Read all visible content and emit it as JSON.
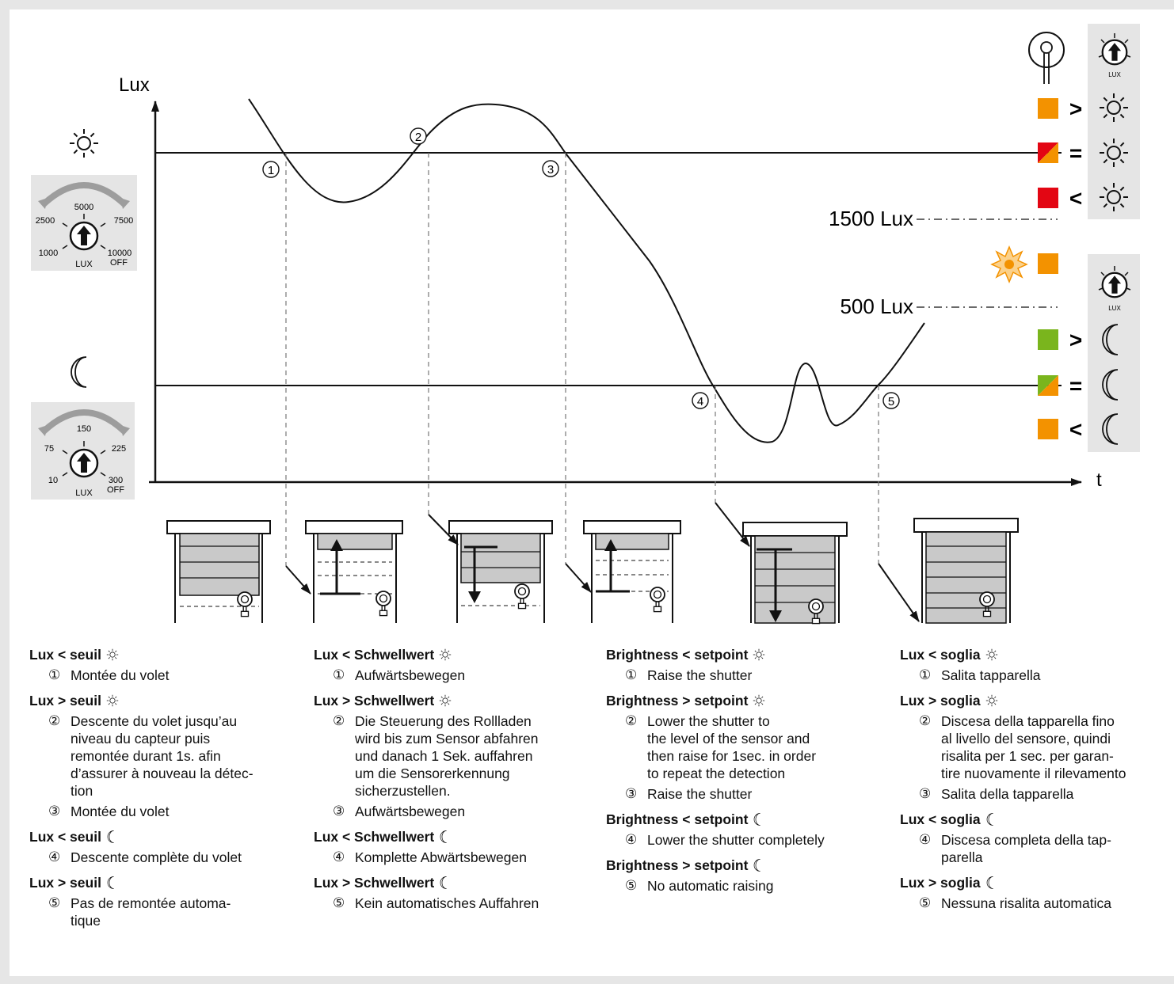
{
  "axes": {
    "y_label": "Lux",
    "x_label": "t"
  },
  "thresholds": {
    "high": "1500 Lux",
    "low": "500 Lux"
  },
  "markers": [
    "1",
    "2",
    "3",
    "4",
    "5"
  ],
  "dial_day": {
    "ticks": [
      "1000",
      "2500",
      "5000",
      "7500",
      "10000"
    ],
    "off": "OFF",
    "unit": "LUX"
  },
  "dial_night": {
    "ticks": [
      "10",
      "75",
      "150",
      "225",
      "300"
    ],
    "off": "OFF",
    "unit": "LUX"
  },
  "legend": {
    "day": [
      {
        "op": ">",
        "led": "orange"
      },
      {
        "op": "=",
        "led": "red-orange"
      },
      {
        "op": "<",
        "led": "red"
      }
    ],
    "night": [
      {
        "op": ">",
        "led": "green"
      },
      {
        "op": "=",
        "led": "green-orange"
      },
      {
        "op": "<",
        "led": "orange"
      }
    ],
    "dial_unit": "LUX",
    "icons": [
      "sensor-icon",
      "dial-icon",
      "sun-icon",
      "moon-icon",
      "led-burst-icon"
    ]
  },
  "colors": {
    "orange": "#f39200",
    "red": "#e30613",
    "green": "#7ab51d",
    "panel": "#e5e5e5"
  },
  "columns": [
    {
      "lang": "fr",
      "sections": [
        {
          "head": "Lux < seuil",
          "icon": "sun",
          "items": [
            {
              "n": "①",
              "text": "Montée du volet"
            }
          ]
        },
        {
          "head": "Lux > seuil",
          "icon": "sun",
          "items": [
            {
              "n": "②",
              "text": "Descente du volet jusqu’au\nniveau du capteur puis\nremontée durant 1s. afin\nd’assurer à nouveau la détec-\ntion"
            },
            {
              "n": "③",
              "text": "Montée du volet"
            }
          ]
        },
        {
          "head": "Lux < seuil",
          "icon": "moon",
          "items": [
            {
              "n": "④",
              "text": "Descente complète du volet"
            }
          ]
        },
        {
          "head": "Lux > seuil",
          "icon": "moon",
          "items": [
            {
              "n": "⑤",
              "text": "Pas de remontée automa-\ntique"
            }
          ]
        }
      ]
    },
    {
      "lang": "de",
      "sections": [
        {
          "head": "Lux < Schwellwert",
          "icon": "sun",
          "items": [
            {
              "n": "①",
              "text": "Aufwärtsbewegen"
            }
          ]
        },
        {
          "head": "Lux > Schwellwert",
          "icon": "sun",
          "items": [
            {
              "n": "②",
              "text": "Die Steuerung des Rollladen\nwird bis zum Sensor abfahren\nund danach 1 Sek. auffahren\num die Sensorerkennung\nsicherzustellen."
            },
            {
              "n": "③",
              "text": "Aufwärtsbewegen"
            }
          ]
        },
        {
          "head": "Lux < Schwellwert",
          "icon": "moon",
          "items": [
            {
              "n": "④",
              "text": "Komplette Abwärtsbewegen"
            }
          ]
        },
        {
          "head": "Lux > Schwellwert",
          "icon": "moon",
          "items": [
            {
              "n": "⑤",
              "text": "Kein automatisches Auffahren"
            }
          ]
        }
      ]
    },
    {
      "lang": "en",
      "sections": [
        {
          "head": "Brightness < setpoint",
          "icon": "sun",
          "items": [
            {
              "n": "①",
              "text": "Raise the shutter"
            }
          ]
        },
        {
          "head": "Brightness > setpoint",
          "icon": "sun",
          "items": [
            {
              "n": "②",
              "text": "Lower the shutter to\nthe level of the sensor and\nthen raise for 1sec. in order\nto repeat the detection"
            },
            {
              "n": "③",
              "text": "Raise the shutter"
            }
          ]
        },
        {
          "head": "Brightness < setpoint",
          "icon": "moon",
          "items": [
            {
              "n": "④",
              "text": "Lower the shutter completely"
            }
          ]
        },
        {
          "head": "Brightness > setpoint",
          "icon": "moon",
          "items": [
            {
              "n": "⑤",
              "text": "No automatic raising"
            }
          ]
        }
      ]
    },
    {
      "lang": "it",
      "sections": [
        {
          "head": "Lux < soglia",
          "icon": "sun",
          "items": [
            {
              "n": "①",
              "text": "Salita tapparella"
            }
          ]
        },
        {
          "head": "Lux > soglia",
          "icon": "sun",
          "items": [
            {
              "n": "②",
              "text": "Discesa della tapparella fino\nal livello del sensore, quindi\nrisalita per 1 sec. per garan-\ntire nuovamente il rilevamento"
            },
            {
              "n": "③",
              "text": "Salita della tapparella"
            }
          ]
        },
        {
          "head": "Lux < soglia",
          "icon": "moon",
          "items": [
            {
              "n": "④",
              "text": "Discesa completa della tap-\nparella"
            }
          ]
        },
        {
          "head": "Lux > soglia",
          "icon": "moon",
          "items": [
            {
              "n": "⑤",
              "text": "Nessuna risalita automatica"
            }
          ]
        }
      ]
    }
  ]
}
